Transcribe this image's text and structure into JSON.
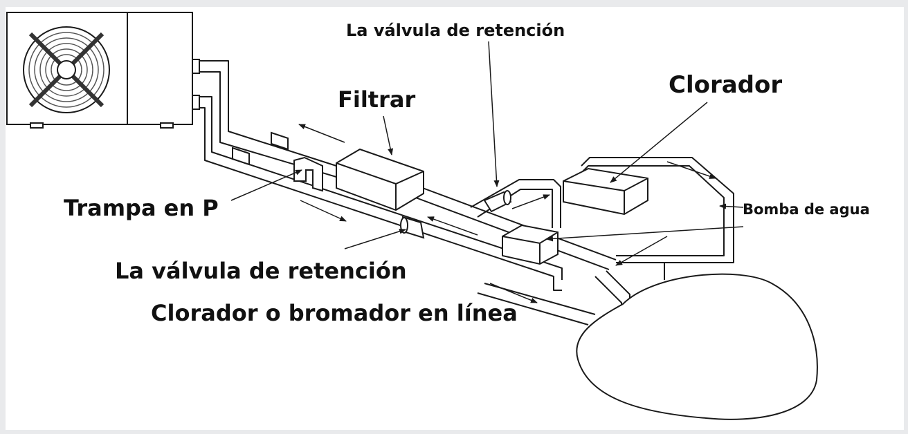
{
  "labels": {
    "check_valve_top": "La válvula de retención",
    "filter": "Filtrar",
    "chlorinator": "Clorador",
    "p_trap": "Trampa en P",
    "water_pump": "Bomba de agua",
    "check_valve_bottom": "La válvula de retención",
    "inline_chlorinator": "Clorador o bromador en línea"
  },
  "colors": {
    "background": "#e9eaec",
    "panel": "#ffffff",
    "line": "#1a1a1a",
    "text": "#111111"
  }
}
